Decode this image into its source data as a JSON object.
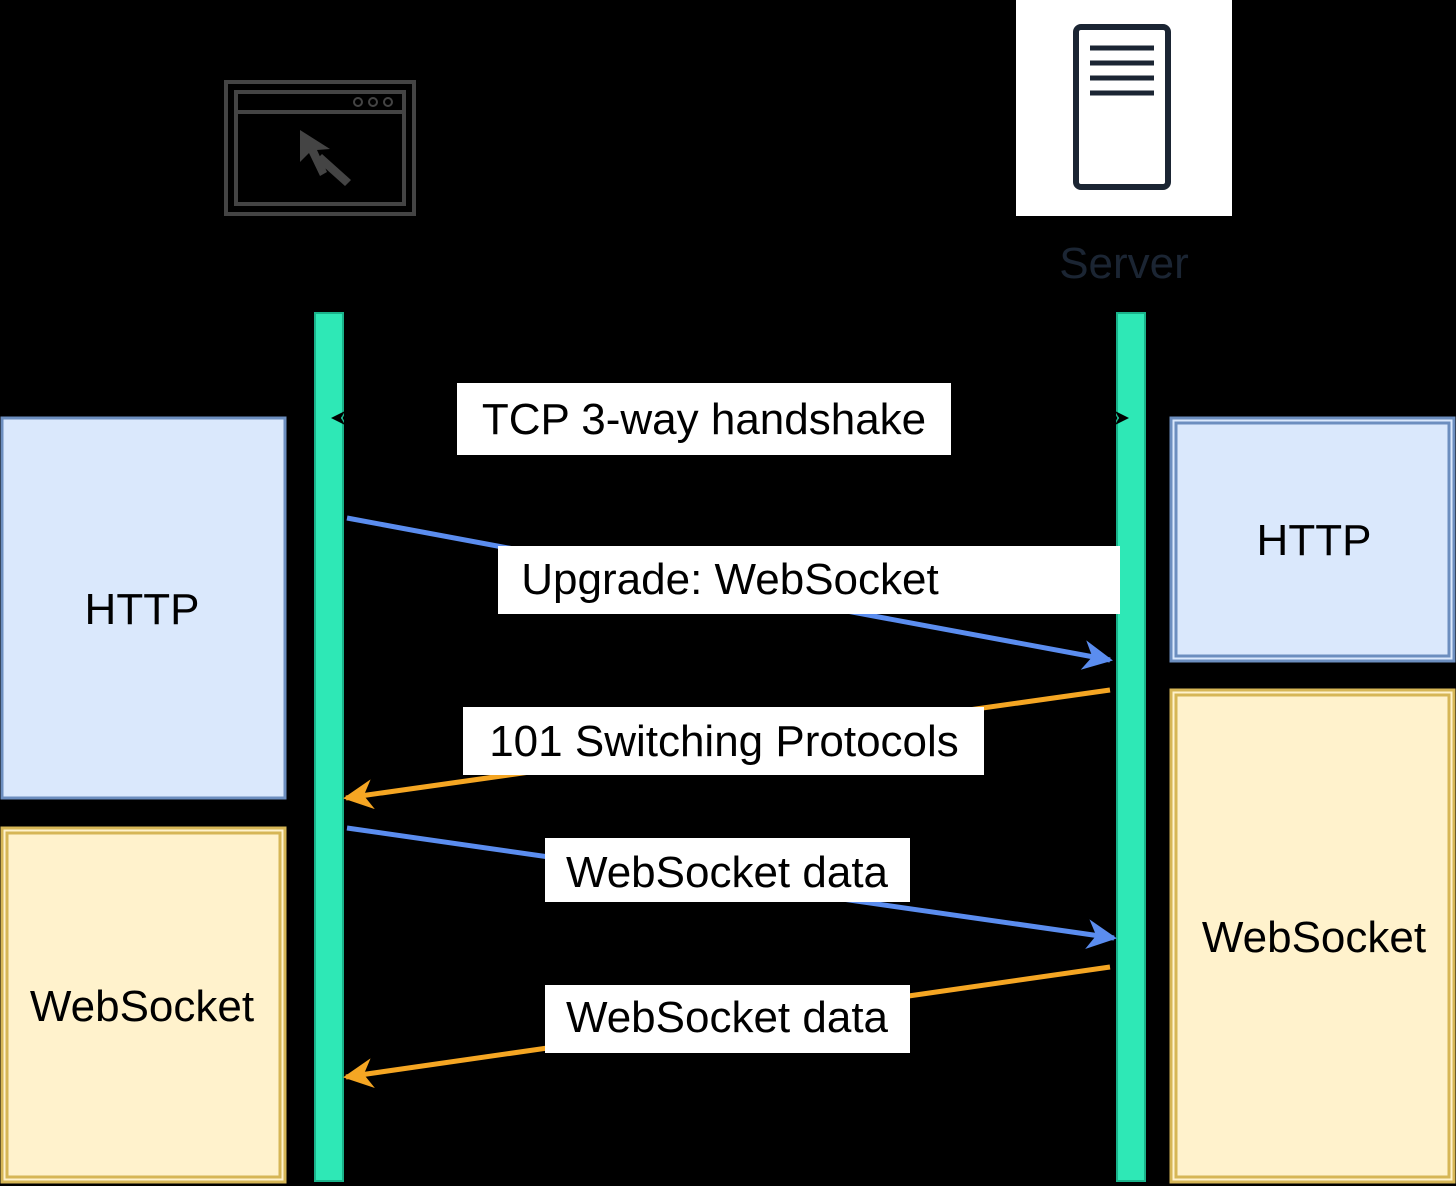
{
  "server": {
    "caption": "Server",
    "icon": "server-icon"
  },
  "client": {
    "icon": "browser-window-icon"
  },
  "colors": {
    "background": "#000000",
    "lifeline": "#2ee8b6",
    "request_arrow": "#5b8def",
    "response_arrow": "#f5a623",
    "http_box_fill": "#dae8fc",
    "http_box_stroke": "#6c8ebf",
    "websocket_box_fill": "#fff2cc",
    "websocket_box_stroke": "#d6b656"
  },
  "client_layers": {
    "http_label": "HTTP",
    "websocket_label": "WebSocket"
  },
  "server_layers": {
    "http_label": "HTTP",
    "websocket_label": "WebSocket"
  },
  "messages": [
    {
      "label": "TCP 3-way handshake",
      "direction": "both"
    },
    {
      "label": "Upgrade: WebSocket",
      "direction": "client-to-server"
    },
    {
      "label": "101 Switching Protocols",
      "direction": "server-to-client"
    },
    {
      "label": "WebSocket data",
      "direction": "client-to-server"
    },
    {
      "label": "WebSocket data",
      "direction": "server-to-client"
    }
  ]
}
